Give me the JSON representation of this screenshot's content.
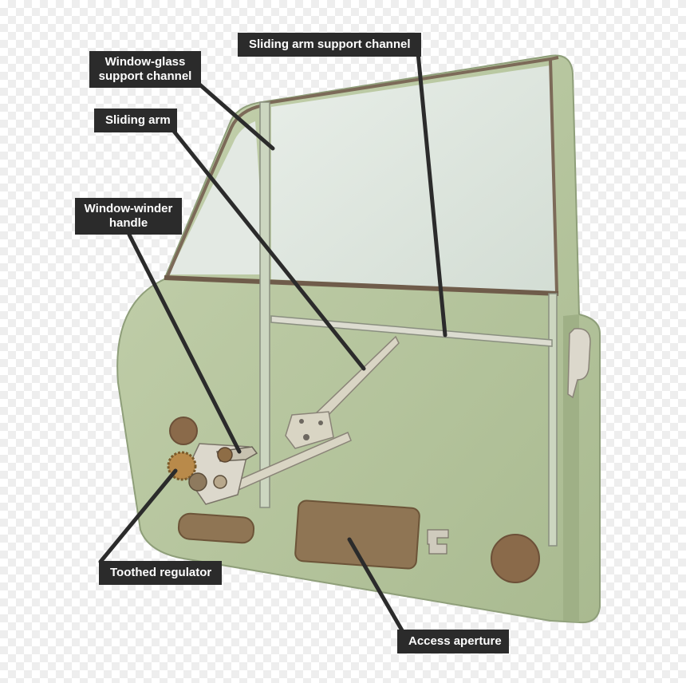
{
  "labels": {
    "sliding_arm_support_channel": "Sliding arm support channel",
    "window_glass_support_channel_l1": "Window-glass",
    "window_glass_support_channel_l2": "support channel",
    "sliding_arm": "Sliding arm",
    "window_winder_handle_l1": "Window-winder",
    "window_winder_handle_l2": "handle",
    "toothed_regulator": "Toothed regulator",
    "access_aperture": "Access aperture"
  },
  "colors": {
    "door_panel": "#b9c8a2",
    "door_shadow": "#9caf86",
    "glass": "#dbe3dc",
    "frame": "#7c6a58",
    "mechanism": "#d9d5c4",
    "label_bg": "#2b2b2b",
    "leader_line": "#2b2b2b"
  }
}
